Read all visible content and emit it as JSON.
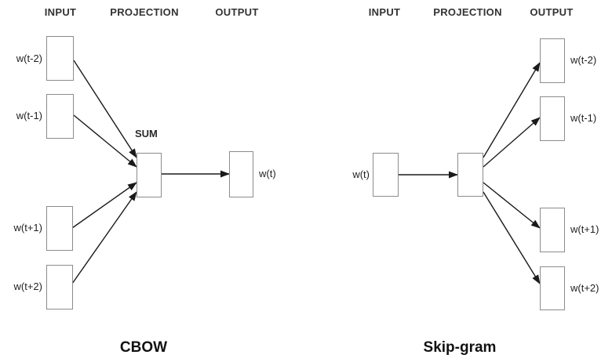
{
  "diagram": {
    "left": {
      "headers": [
        "INPUT",
        "PROJECTION",
        "OUTPUT"
      ],
      "input_labels": [
        "w(t-2)",
        "w(t-1)",
        "w(t+1)",
        "w(t+2)"
      ],
      "sum_label": "SUM",
      "output_label": "w(t)",
      "caption": "CBOW"
    },
    "right": {
      "headers": [
        "INPUT",
        "PROJECTION",
        "OUTPUT"
      ],
      "input_label": "w(t)",
      "output_labels": [
        "w(t-2)",
        "w(t-1)",
        "w(t+1)",
        "w(t+2)"
      ],
      "caption": "Skip-gram"
    },
    "colors": {
      "line": "#1a1a1a",
      "box_border": "#8c8c8c",
      "text": "#1f1f1f",
      "header_text": "#333333",
      "background": "#ffffff"
    }
  }
}
